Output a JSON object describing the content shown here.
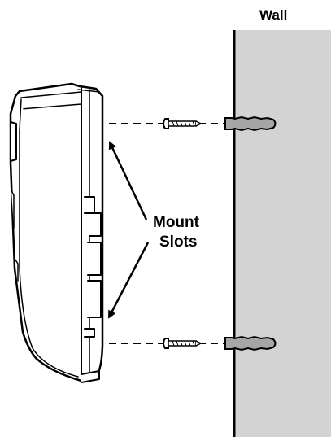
{
  "labels": {
    "wall": "Wall",
    "callout_line1": "Mount",
    "callout_line2": "Slots"
  },
  "colors": {
    "wall_fill": "#d3d3d3",
    "anchor_fill": "#a6a6a6",
    "line": "#000000",
    "background": "#ffffff"
  }
}
